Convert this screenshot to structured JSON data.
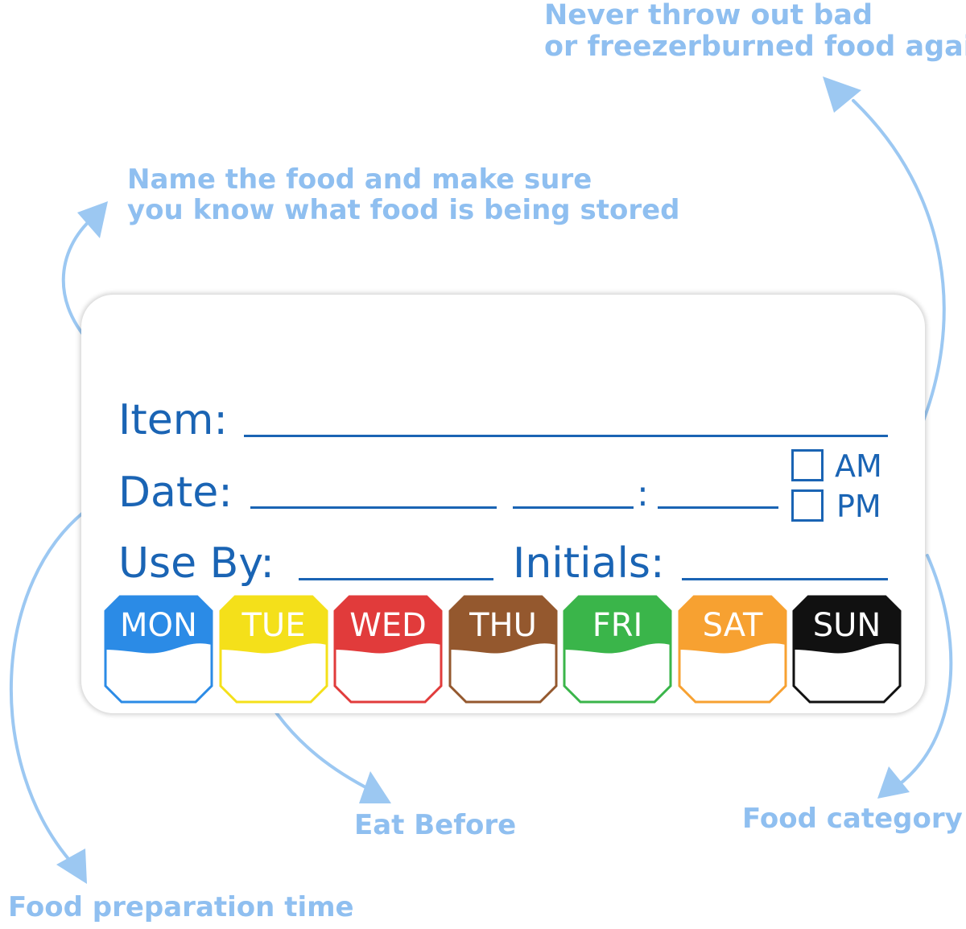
{
  "callouts": {
    "name_food": [
      "Name the food and make sure",
      "you know what food is being stored"
    ],
    "never_throw": [
      "Never throw out bad",
      "or freezerburned food again!"
    ],
    "eat_before": "Eat Before",
    "food_category": "Food category",
    "prep_time": "Food preparation time"
  },
  "label": {
    "item_label": "Item:",
    "date_label": "Date:",
    "colon": ":",
    "am_label": "AM",
    "pm_label": "PM",
    "use_by_label": "Use By:",
    "initials_label": "Initials:"
  },
  "days": [
    {
      "label": "MON",
      "color": "#2b8be6"
    },
    {
      "label": "TUE",
      "color": "#f4e01a"
    },
    {
      "label": "WED",
      "color": "#e13b3b"
    },
    {
      "label": "THU",
      "color": "#94582e"
    },
    {
      "label": "FRI",
      "color": "#3ab54a"
    },
    {
      "label": "SAT",
      "color": "#f7a131"
    },
    {
      "label": "SUN",
      "color": "#111111"
    }
  ],
  "colors": {
    "callout_text": "#8fbff0",
    "label_text": "#1a64b4"
  }
}
